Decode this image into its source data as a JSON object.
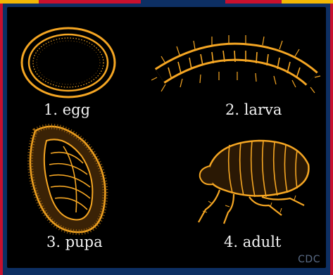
{
  "colors": {
    "border_blue": "#0d2f63",
    "accent_red": "#c8102e",
    "accent_yellow": "#f2b705",
    "panel_black": "#000000",
    "illustration_gold": "#f5a623",
    "label_white": "#f2f2f2"
  },
  "stages": [
    {
      "label": "1. egg",
      "icon": "egg-illustration"
    },
    {
      "label": "2. larva",
      "icon": "larva-illustration"
    },
    {
      "label": "3. pupa",
      "icon": "pupa-illustration"
    },
    {
      "label": "4. adult",
      "icon": "adult-flea-illustration"
    }
  ],
  "credit": "CDC"
}
